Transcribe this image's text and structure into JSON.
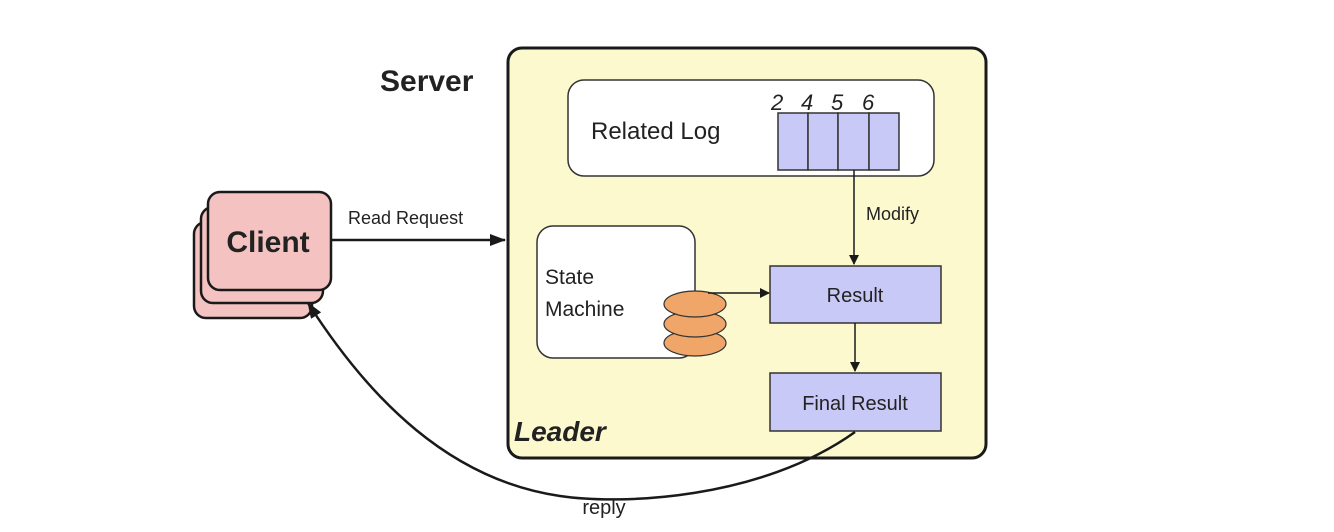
{
  "diagram": {
    "server_title": "Server",
    "leader_label": "Leader",
    "client": {
      "label": "Client",
      "fill": "#f4c2c0",
      "stack_count": 3
    },
    "related_log": {
      "label": "Related Log",
      "indices": [
        "2",
        "4",
        "5",
        "6"
      ],
      "cell_fill": "#c9c9f7"
    },
    "state_machine": {
      "line1": "State",
      "line2": "Machine",
      "db_fill": "#f0a668",
      "db_layers": 3
    },
    "result": {
      "label": "Result",
      "fill": "#c9c9f7"
    },
    "final_result": {
      "label": "Final Result",
      "fill": "#c9c9f7"
    },
    "edges": {
      "read_request": "Read Request",
      "modify": "Modify",
      "reply": "reply"
    },
    "colors": {
      "server_fill": "#fdf9cf",
      "stroke": "#1a1a1a",
      "panel_fill": "#ffffff"
    }
  }
}
